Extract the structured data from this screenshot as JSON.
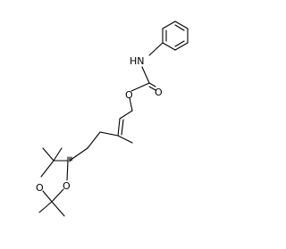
{
  "molecule": {
    "atom_labels": {
      "nh": "HN",
      "carbonyl_o": "O",
      "ester_o": "O",
      "ring_o1": "O",
      "ring_o2": "O"
    },
    "stereo": {
      "wedge_center": "dioxolane C4",
      "type": "hashed"
    },
    "colors": {
      "line": "#000000",
      "background": "#ffffff"
    }
  }
}
